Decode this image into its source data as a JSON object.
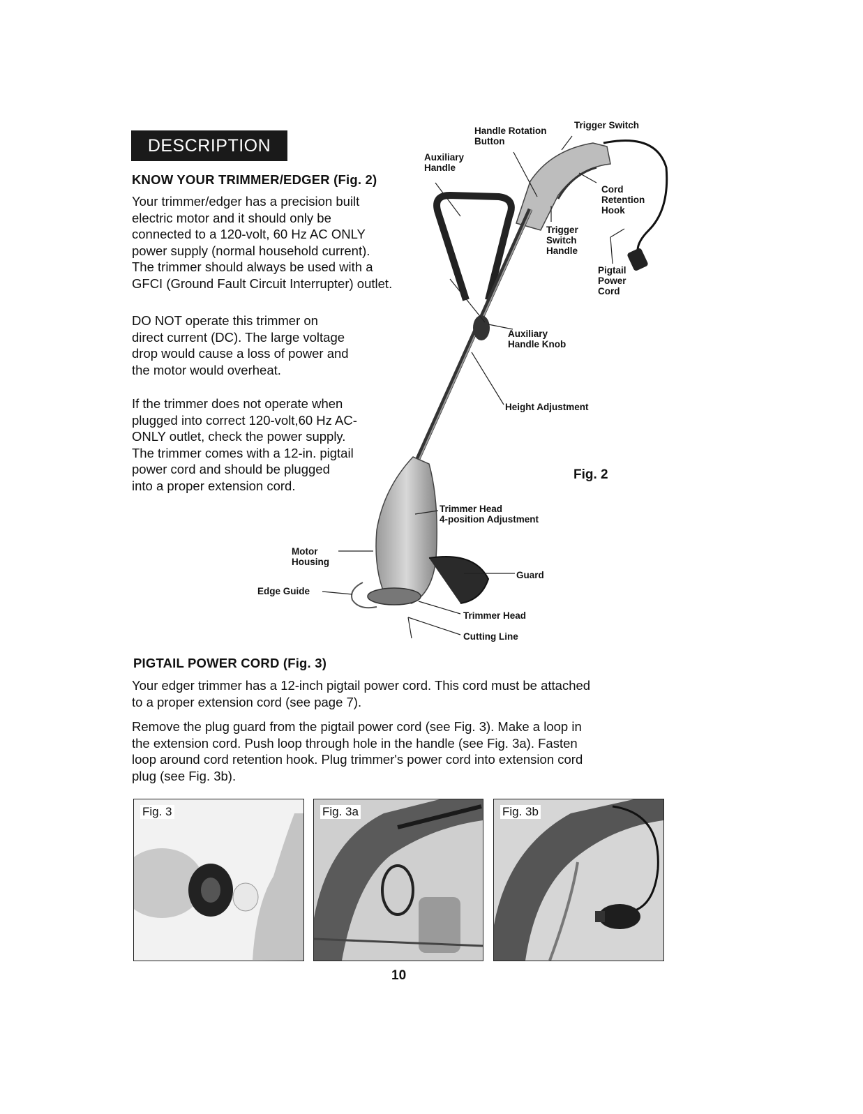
{
  "banner": "DESCRIPTION",
  "section1": {
    "heading": "KNOW YOUR TRIMMER/EDGER (Fig. 2)",
    "para1": [
      "Your trimmer/edger has a precision built",
      "electric motor and it should only be",
      "connected to a 120-volt, 60 Hz AC ONLY",
      "power supply (normal household current).",
      "The trimmer should always be used with a",
      "GFCI (Ground Fault Circuit Interrupter) outlet."
    ],
    "para2": [
      "DO NOT operate this trimmer on",
      "direct current (DC). The large voltage",
      "drop would cause a loss of power and",
      "the motor would overheat."
    ],
    "para3": [
      "If the trimmer does not operate when",
      "plugged into correct 120-volt,60 Hz AC-",
      "ONLY outlet, check the power supply.",
      "The trimmer comes with a 12-in. pigtail",
      "power cord and should be plugged",
      "into a proper extension cord."
    ]
  },
  "figure2": {
    "caption": "Fig. 2",
    "labels": {
      "handle_rotation": [
        "Handle Rotation",
        "Button"
      ],
      "trigger_switch": [
        "Trigger Switch"
      ],
      "auxiliary_handle": [
        "Auxiliary",
        "Handle"
      ],
      "cord_retention": [
        "Cord",
        "Retention",
        "Hook"
      ],
      "trigger_switch_handle": [
        "Trigger",
        "Switch",
        "Handle"
      ],
      "pigtail_power_cord": [
        "Pigtail",
        "Power",
        "Cord"
      ],
      "auxiliary_handle_knob": [
        "Auxiliary",
        "Handle Knob"
      ],
      "height_adjustment": [
        "Height Adjustment"
      ],
      "trimmer_head_adjust": [
        "Trimmer Head",
        "4-position Adjustment"
      ],
      "motor_housing": [
        "Motor",
        "Housing"
      ],
      "guard": [
        "Guard"
      ],
      "edge_guide": [
        "Edge Guide"
      ],
      "trimmer_head": [
        "Trimmer Head"
      ],
      "cutting_line": [
        "Cutting Line"
      ]
    }
  },
  "section2": {
    "heading": "PIGTAIL POWER CORD (Fig. 3)",
    "para1": [
      "Your edger trimmer has a 12-inch pigtail power cord. This cord must be attached",
      "to a proper extension cord (see page 7)."
    ],
    "para2": [
      "Remove the plug guard from the pigtail power cord (see Fig. 3). Make a loop in",
      "the extension cord. Push loop through hole in the handle (see Fig. 3a). Fasten",
      "loop around cord retention hook. Plug trimmer's power cord into extension cord",
      "plug (see Fig. 3b)."
    ]
  },
  "photos": [
    {
      "caption": "Fig. 3"
    },
    {
      "caption": "Fig. 3a"
    },
    {
      "caption": "Fig. 3b"
    }
  ],
  "page_number": "10"
}
